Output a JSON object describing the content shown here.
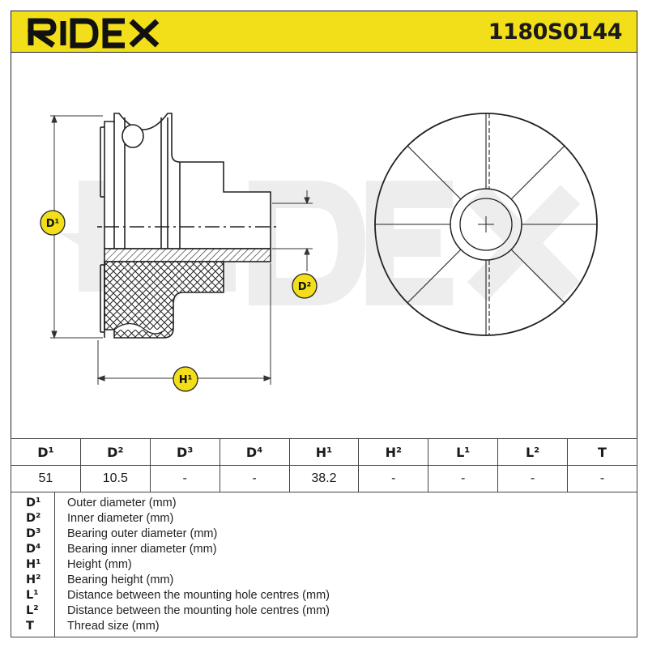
{
  "header": {
    "brand": "RIDEX",
    "part_number": "1180S0144"
  },
  "labels": {
    "D1": "D¹",
    "D2": "D²",
    "H1": "H¹"
  },
  "watermark": "RIDEX",
  "table": {
    "headers": [
      "D¹",
      "D²",
      "D³",
      "D⁴",
      "H¹",
      "H²",
      "L¹",
      "L²",
      "T"
    ],
    "values": [
      "51",
      "10.5",
      "-",
      "-",
      "38.2",
      "-",
      "-",
      "-",
      "-"
    ]
  },
  "legend": [
    {
      "key": "D¹",
      "desc": "Outer diameter (mm)"
    },
    {
      "key": "D²",
      "desc": "Inner diameter (mm)"
    },
    {
      "key": "D³",
      "desc": "Bearing outer diameter (mm)"
    },
    {
      "key": "D⁴",
      "desc": "Bearing inner diameter (mm)"
    },
    {
      "key": "H¹",
      "desc": "Height (mm)"
    },
    {
      "key": "H²",
      "desc": "Bearing height (mm)"
    },
    {
      "key": "L¹",
      "desc": "Distance between the mounting hole centres (mm)"
    },
    {
      "key": "L²",
      "desc": "Distance between the mounting hole centres (mm)"
    },
    {
      "key": "T",
      "desc": "Thread size (mm)"
    }
  ],
  "colors": {
    "brand_yellow": "#f2df1a",
    "line": "#222222"
  }
}
